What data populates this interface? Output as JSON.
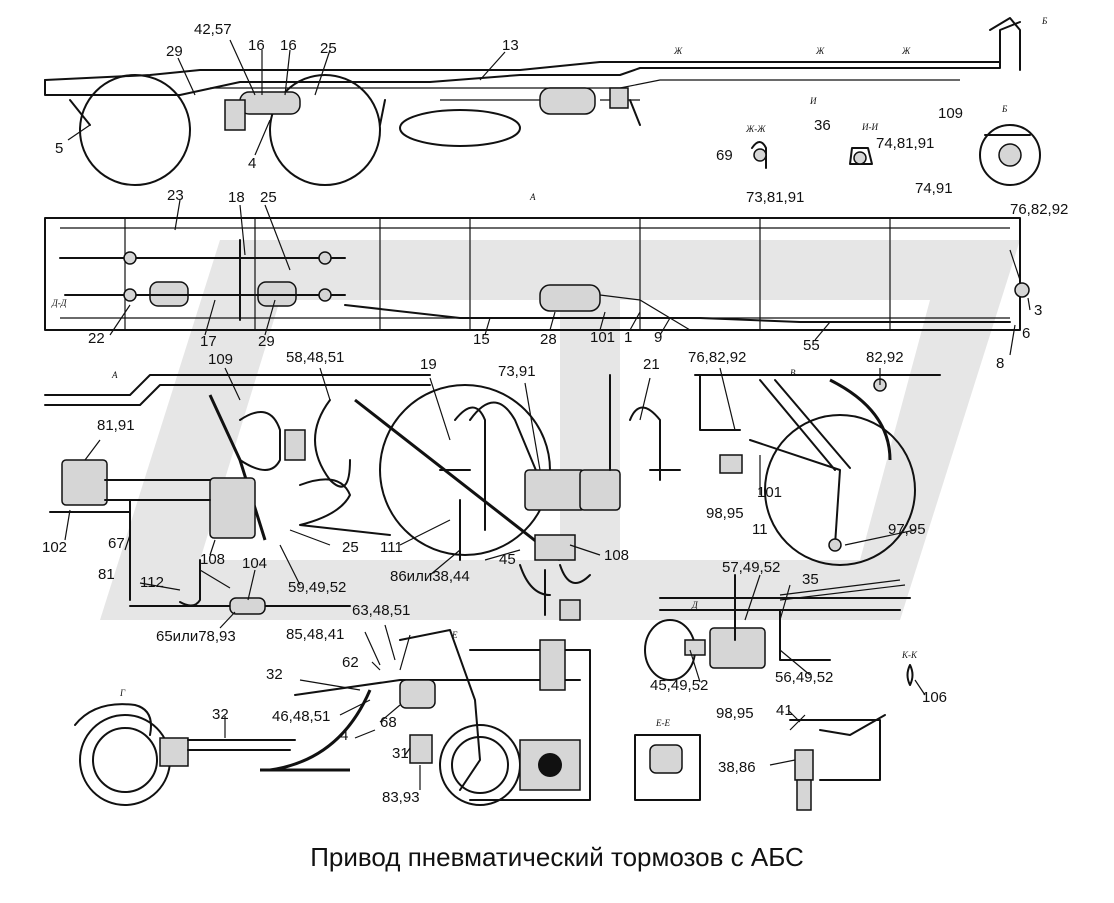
{
  "caption": "Привод пневматический тормозов с АБС",
  "callouts": [
    {
      "id": "c1",
      "text": "42,57"
    },
    {
      "id": "c2",
      "text": "16"
    },
    {
      "id": "c3",
      "text": "16"
    },
    {
      "id": "c4",
      "text": "25"
    },
    {
      "id": "c5",
      "text": "13"
    },
    {
      "id": "c6",
      "text": "29"
    },
    {
      "id": "c7",
      "text": "5"
    },
    {
      "id": "c8",
      "text": "4"
    },
    {
      "id": "c9",
      "text": "69"
    },
    {
      "id": "c10",
      "text": "73,81,91"
    },
    {
      "id": "c11",
      "text": "36"
    },
    {
      "id": "c12",
      "text": "74,81,91"
    },
    {
      "id": "c13",
      "text": "109"
    },
    {
      "id": "c14",
      "text": "74,91"
    },
    {
      "id": "c15",
      "text": "23"
    },
    {
      "id": "c16",
      "text": "18"
    },
    {
      "id": "c17",
      "text": "25"
    },
    {
      "id": "c18",
      "text": "76,82,92"
    },
    {
      "id": "c19",
      "text": "22"
    },
    {
      "id": "c20",
      "text": "17"
    },
    {
      "id": "c21",
      "text": "29"
    },
    {
      "id": "c22",
      "text": "15"
    },
    {
      "id": "c23",
      "text": "28"
    },
    {
      "id": "c24",
      "text": "101"
    },
    {
      "id": "c25",
      "text": "1"
    },
    {
      "id": "c26",
      "text": "9"
    },
    {
      "id": "c27",
      "text": "55"
    },
    {
      "id": "c28",
      "text": "3"
    },
    {
      "id": "c29",
      "text": "6"
    },
    {
      "id": "c30",
      "text": "8"
    },
    {
      "id": "c31",
      "text": "109"
    },
    {
      "id": "c32",
      "text": "58,48,51"
    },
    {
      "id": "c33",
      "text": "19"
    },
    {
      "id": "c34",
      "text": "73,91"
    },
    {
      "id": "c35",
      "text": "21"
    },
    {
      "id": "c36",
      "text": "76,82,92"
    },
    {
      "id": "c37",
      "text": "82,92"
    },
    {
      "id": "c38",
      "text": "81,91"
    },
    {
      "id": "c39",
      "text": "101"
    },
    {
      "id": "c40",
      "text": "98,95"
    },
    {
      "id": "c41",
      "text": "11"
    },
    {
      "id": "c42",
      "text": "97,95"
    },
    {
      "id": "c43",
      "text": "102"
    },
    {
      "id": "c44",
      "text": "67"
    },
    {
      "id": "c45",
      "text": "108"
    },
    {
      "id": "c46",
      "text": "25"
    },
    {
      "id": "c47",
      "text": "111"
    },
    {
      "id": "c48",
      "text": "45"
    },
    {
      "id": "c49",
      "text": "108"
    },
    {
      "id": "c50",
      "text": "86или38,44"
    },
    {
      "id": "c51",
      "text": "81"
    },
    {
      "id": "c52",
      "text": "112"
    },
    {
      "id": "c53",
      "text": "104"
    },
    {
      "id": "c54",
      "text": "59,49,52"
    },
    {
      "id": "c55",
      "text": "65или78,93"
    },
    {
      "id": "c56",
      "text": "63,48,51"
    },
    {
      "id": "c57",
      "text": "57,49,52"
    },
    {
      "id": "c58",
      "text": "35"
    },
    {
      "id": "c59",
      "text": "85,48,41"
    },
    {
      "id": "c60",
      "text": "62"
    },
    {
      "id": "c61",
      "text": "32"
    },
    {
      "id": "c62",
      "text": "46,48,51"
    },
    {
      "id": "c63",
      "text": "68"
    },
    {
      "id": "c64",
      "text": "4"
    },
    {
      "id": "c65",
      "text": "31"
    },
    {
      "id": "c66",
      "text": "83,93"
    },
    {
      "id": "c67",
      "text": "32"
    },
    {
      "id": "c68",
      "text": "45,49,52"
    },
    {
      "id": "c69",
      "text": "56,49,52"
    },
    {
      "id": "c70",
      "text": "106"
    },
    {
      "id": "c71",
      "text": "98,95"
    },
    {
      "id": "c72",
      "text": "41"
    },
    {
      "id": "c73",
      "text": "38,86"
    }
  ],
  "view_marks": [
    {
      "id": "v1",
      "text": "Б"
    },
    {
      "id": "v2",
      "text": "Ж"
    },
    {
      "id": "v3",
      "text": "Ж"
    },
    {
      "id": "v4",
      "text": "Ж"
    },
    {
      "id": "v5",
      "text": "И"
    },
    {
      "id": "v6",
      "text": "Ж-Ж"
    },
    {
      "id": "v7",
      "text": "И-И"
    },
    {
      "id": "v8",
      "text": "Б"
    },
    {
      "id": "v9",
      "text": "А"
    },
    {
      "id": "v10",
      "text": "Д-Д"
    },
    {
      "id": "v11",
      "text": "А"
    },
    {
      "id": "v12",
      "text": "В"
    },
    {
      "id": "v13",
      "text": "Е"
    },
    {
      "id": "v14",
      "text": "Д"
    },
    {
      "id": "v15",
      "text": "Г"
    },
    {
      "id": "v16",
      "text": "Е-Е"
    },
    {
      "id": "v17",
      "text": "К-К"
    }
  ]
}
